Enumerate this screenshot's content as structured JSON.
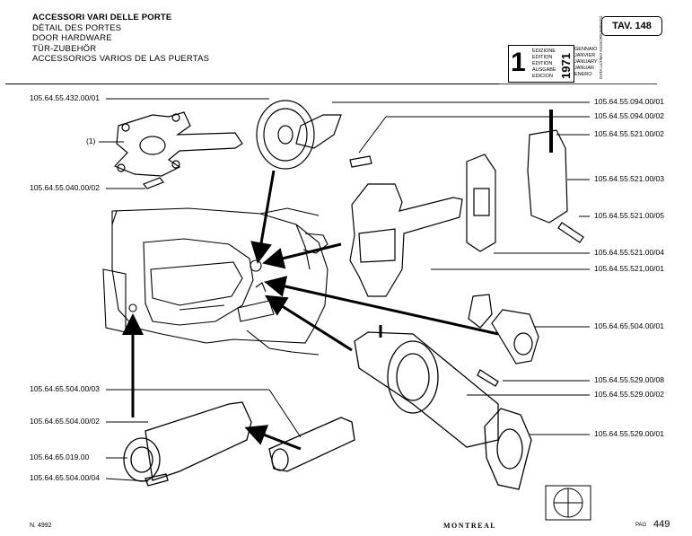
{
  "header": {
    "title_it": "ACCESSORI VARI DELLE PORTE",
    "title_fr": "DÉTAIL DES PORTES",
    "title_en": "DOOR HARDWARE",
    "title_de": "TÜR-ZUBEHÖR",
    "title_es": "ACCESSORIOS VARIOS DE LAS PUERTAS"
  },
  "table_ref": "TAV. 148",
  "edition": {
    "number": "1",
    "labels": [
      "EDIZIONE",
      "EDITION",
      "EDITION",
      "AUSGABE",
      "EDICION"
    ],
    "months": [
      "GENNAIO",
      "JANVIER",
      "JANUARY",
      "JANUAR",
      "ENERO"
    ],
    "year": "1971",
    "side_note": "DATA ULTIMO AGGIORNAMENTO"
  },
  "left_labels": {
    "l1": "105.64.55.432.00/01",
    "l2": "(1)",
    "l3": "105.64.55.040.00/02",
    "l4": "105.64.65.504.00/03",
    "l5": "105.64.65.504.00/02",
    "l6": "105.64.65.019.00",
    "l7": "105.64.65.504.00/04"
  },
  "right_labels": {
    "r1": "105.64.55.094.00/01",
    "r2": "105.64.55.094.00/02",
    "r3": "105.64.55.521.00/02",
    "r4": "105.64.55.521.00/03",
    "r5": "105.64.55.521.00/05",
    "r6": "105.64.55.521.00/04",
    "r7": "105.64.55.521,00/01",
    "r8": "105.64.65.504.00/01",
    "r9": "105.64.55.529.00/08",
    "r10": "105.64.55.529.00/02",
    "r11": "105.64.55.529.00/01"
  },
  "footer": {
    "doc_number": "N. 4992",
    "brand": "MONTREAL",
    "page_label": "PAG",
    "page_number": "449"
  }
}
